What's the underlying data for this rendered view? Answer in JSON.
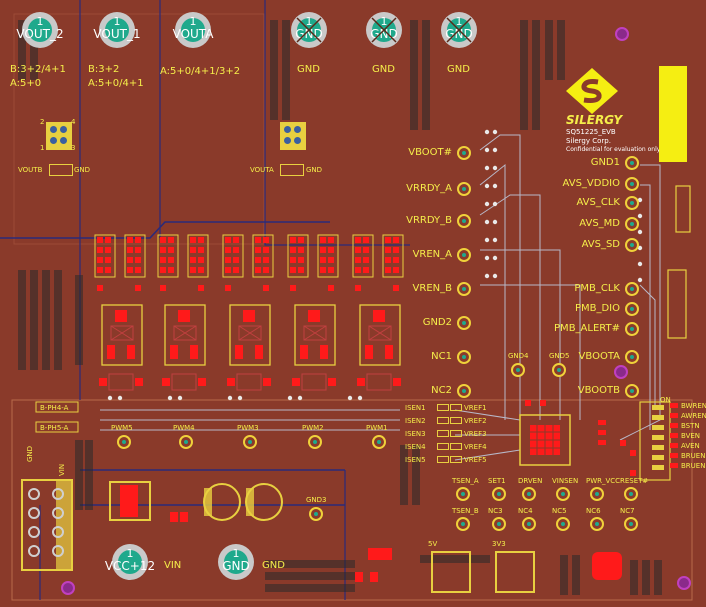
{
  "rails_top": [
    {
      "num": "1",
      "name": "VOUT_2",
      "net_label": "",
      "crossed": false
    },
    {
      "num": "1",
      "name": "VOUT_1",
      "net_label": "",
      "crossed": false
    },
    {
      "num": "1",
      "name": "VOUTA",
      "net_label": "",
      "crossed": false
    },
    {
      "num": "1",
      "name": "GND",
      "net_label": "GND",
      "crossed": true
    },
    {
      "num": "1",
      "name": "GND",
      "net_label": "GND",
      "crossed": true
    },
    {
      "num": "1",
      "name": "GND",
      "net_label": "GND",
      "crossed": true
    }
  ],
  "rails_bottom": [
    {
      "num": "1",
      "name": "VCC+12",
      "side_label": "VIN"
    },
    {
      "num": "1",
      "name": "GND",
      "side_label": "GND"
    }
  ],
  "jumper_notes": {
    "vout2_b": "B:3+2/4+1",
    "vout2_a": "A:5+0",
    "vout1_b": "B:3+2",
    "vout1_a": "A:5+0/4+1",
    "vouta": "A:5+0/4+1/3+2"
  },
  "connectors": {
    "voutb_label": "VOUTB",
    "voutb_gnd": "GND",
    "vouta_label": "VOUTA",
    "vouta_gnd": "GND",
    "pin_labels": [
      "2",
      "4",
      "1",
      "3"
    ]
  },
  "left_testpoints": [
    "VBOOT#",
    "VRRDY_A",
    "VRRDY_B",
    "VREN_A",
    "VREN_B",
    "GND2",
    "NC1",
    "NC2"
  ],
  "right_testpoints": [
    "GND1",
    "AVS_VDDIO",
    "AVS_CLK",
    "AVS_MD",
    "AVS_SD",
    "PMB_CLK",
    "PMB_DIO",
    "PMB_ALERT#",
    "VBOOTA",
    "VBOOTB"
  ],
  "gnd_testpoints": [
    "GND4",
    "GND5",
    "GND3"
  ],
  "isen_labels": [
    "ISEN1",
    "ISEN2",
    "ISEN3",
    "ISEN4",
    "ISEN5"
  ],
  "vref_labels": [
    "VREF1",
    "VREF2",
    "VREF3",
    "VREF4",
    "VREF5"
  ],
  "pwm_labels": [
    "PWM5",
    "PWM4",
    "PWM3",
    "PWM2",
    "PWM1"
  ],
  "bottom_row1": [
    "TSEN_A",
    "SET1",
    "DRVEN",
    "VINSEN",
    "PWR_VCC",
    "RESET#"
  ],
  "bottom_row2": [
    "TSEN_B",
    "NC3",
    "NC4",
    "NC5",
    "NC6",
    "NC7"
  ],
  "right_edge_labels": [
    "BWREN",
    "AWREN",
    "BSTN",
    "BVEN",
    "AVEN",
    "BRUEN",
    "BRUEN"
  ],
  "on_label": "ON",
  "sel_labels": [
    "B-PH4-A",
    "B-PH5-A"
  ],
  "power_labels": {
    "gnd": "GND",
    "vin": "VIN"
  },
  "small_labels": {
    "v5": "5V",
    "v3": "3V3"
  },
  "brand": {
    "name": "SILERGY",
    "board": "SQ51225_EVB",
    "company": "Silergy Corp.",
    "notice": "Confidential for evaluation only"
  },
  "colors": {
    "board": "#8a3a2a",
    "silk": "#f5ee4a",
    "copper": "#e8d040",
    "pad_red": "#ff1a1a",
    "teal": "#1fa98c"
  }
}
